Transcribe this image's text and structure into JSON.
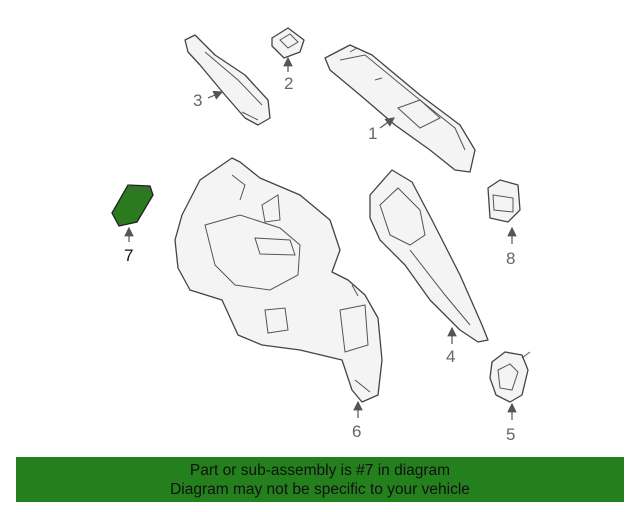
{
  "diagram": {
    "selected_part": "7",
    "callouts": [
      {
        "id": "1",
        "label": "1"
      },
      {
        "id": "2",
        "label": "2"
      },
      {
        "id": "3",
        "label": "3"
      },
      {
        "id": "4",
        "label": "4"
      },
      {
        "id": "5",
        "label": "5"
      },
      {
        "id": "6",
        "label": "6"
      },
      {
        "id": "7",
        "label": "7"
      },
      {
        "id": "8",
        "label": "8"
      }
    ],
    "highlight_color": "#2b7a1e"
  },
  "banner": {
    "line1": "Part or sub-assembly is #7 in diagram",
    "line2": "Diagram may not be specific to your vehicle",
    "background": "#23801c"
  }
}
